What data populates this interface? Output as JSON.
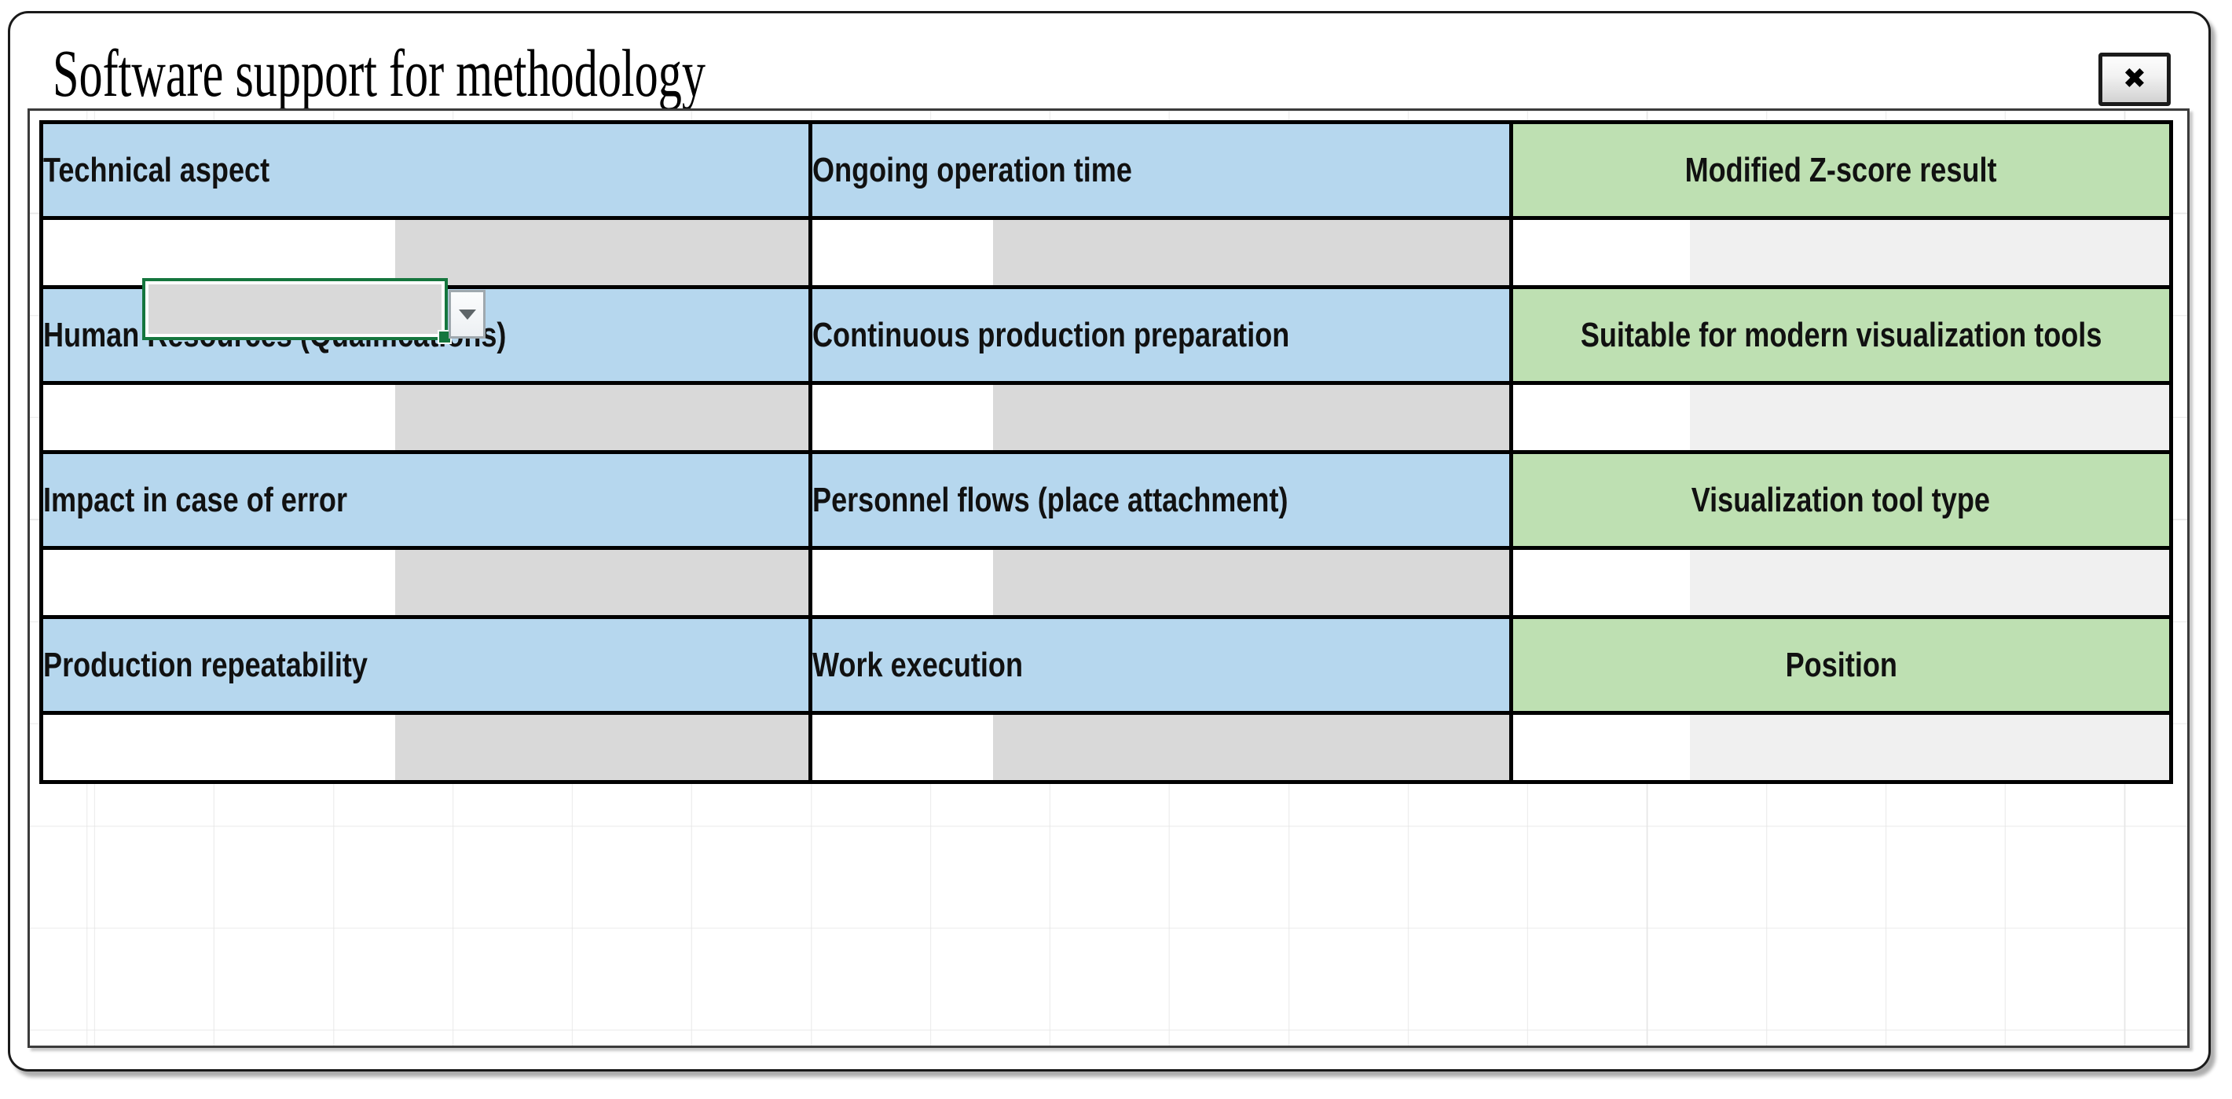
{
  "window": {
    "title": "Software support for methodology",
    "close_label": "✖",
    "close_icon": "close-x-icon"
  },
  "colors": {
    "header_blue": "#B6D7EE",
    "header_green": "#BEE0B2",
    "input_gray": "#D9D9D9",
    "input_gray_light": "#F0F0F0",
    "selection_green": "#15763E",
    "cell_border": "#000000",
    "text": "#111111"
  },
  "matrix": {
    "columns": [
      {
        "key": "technical",
        "accent": "blue"
      },
      {
        "key": "organizational",
        "accent": "blue"
      },
      {
        "key": "result",
        "accent": "green"
      }
    ],
    "rows": [
      {
        "cells": [
          {
            "label": "Technical aspect",
            "accent": "blue",
            "value": "",
            "control": "dropdown",
            "selected": true
          },
          {
            "label": "Ongoing operation time",
            "accent": "blue",
            "value": "",
            "control": "input",
            "selected": false
          },
          {
            "label": "Modified Z-score result",
            "accent": "green",
            "value": "",
            "control": "output",
            "selected": false
          }
        ]
      },
      {
        "cells": [
          {
            "label": "Human Resources (Qualifications)",
            "accent": "blue",
            "value": "",
            "control": "input",
            "selected": false
          },
          {
            "label": "Continuous production preparation",
            "accent": "blue",
            "value": "",
            "control": "input",
            "selected": false
          },
          {
            "label": "Suitable for modern visualization tools",
            "accent": "green",
            "value": "",
            "control": "output",
            "selected": false
          }
        ]
      },
      {
        "cells": [
          {
            "label": "Impact in case of error",
            "accent": "blue",
            "value": "",
            "control": "input",
            "selected": false
          },
          {
            "label": "Personnel flows (place attachment)",
            "accent": "blue",
            "value": "",
            "control": "input",
            "selected": false
          },
          {
            "label": "Visualization tool type",
            "accent": "green",
            "value": "",
            "control": "output",
            "selected": false
          }
        ]
      },
      {
        "cells": [
          {
            "label": "Production repeatability",
            "accent": "blue",
            "value": "",
            "control": "input",
            "selected": false
          },
          {
            "label": "Work execution",
            "accent": "blue",
            "value": "",
            "control": "input",
            "selected": false
          },
          {
            "label": "Position",
            "accent": "green",
            "value": "",
            "control": "output",
            "selected": false
          }
        ]
      }
    ]
  },
  "active_control": {
    "name": "technical-aspect-dropdown",
    "value": "",
    "arrow_icon": "chevron-down-icon"
  }
}
